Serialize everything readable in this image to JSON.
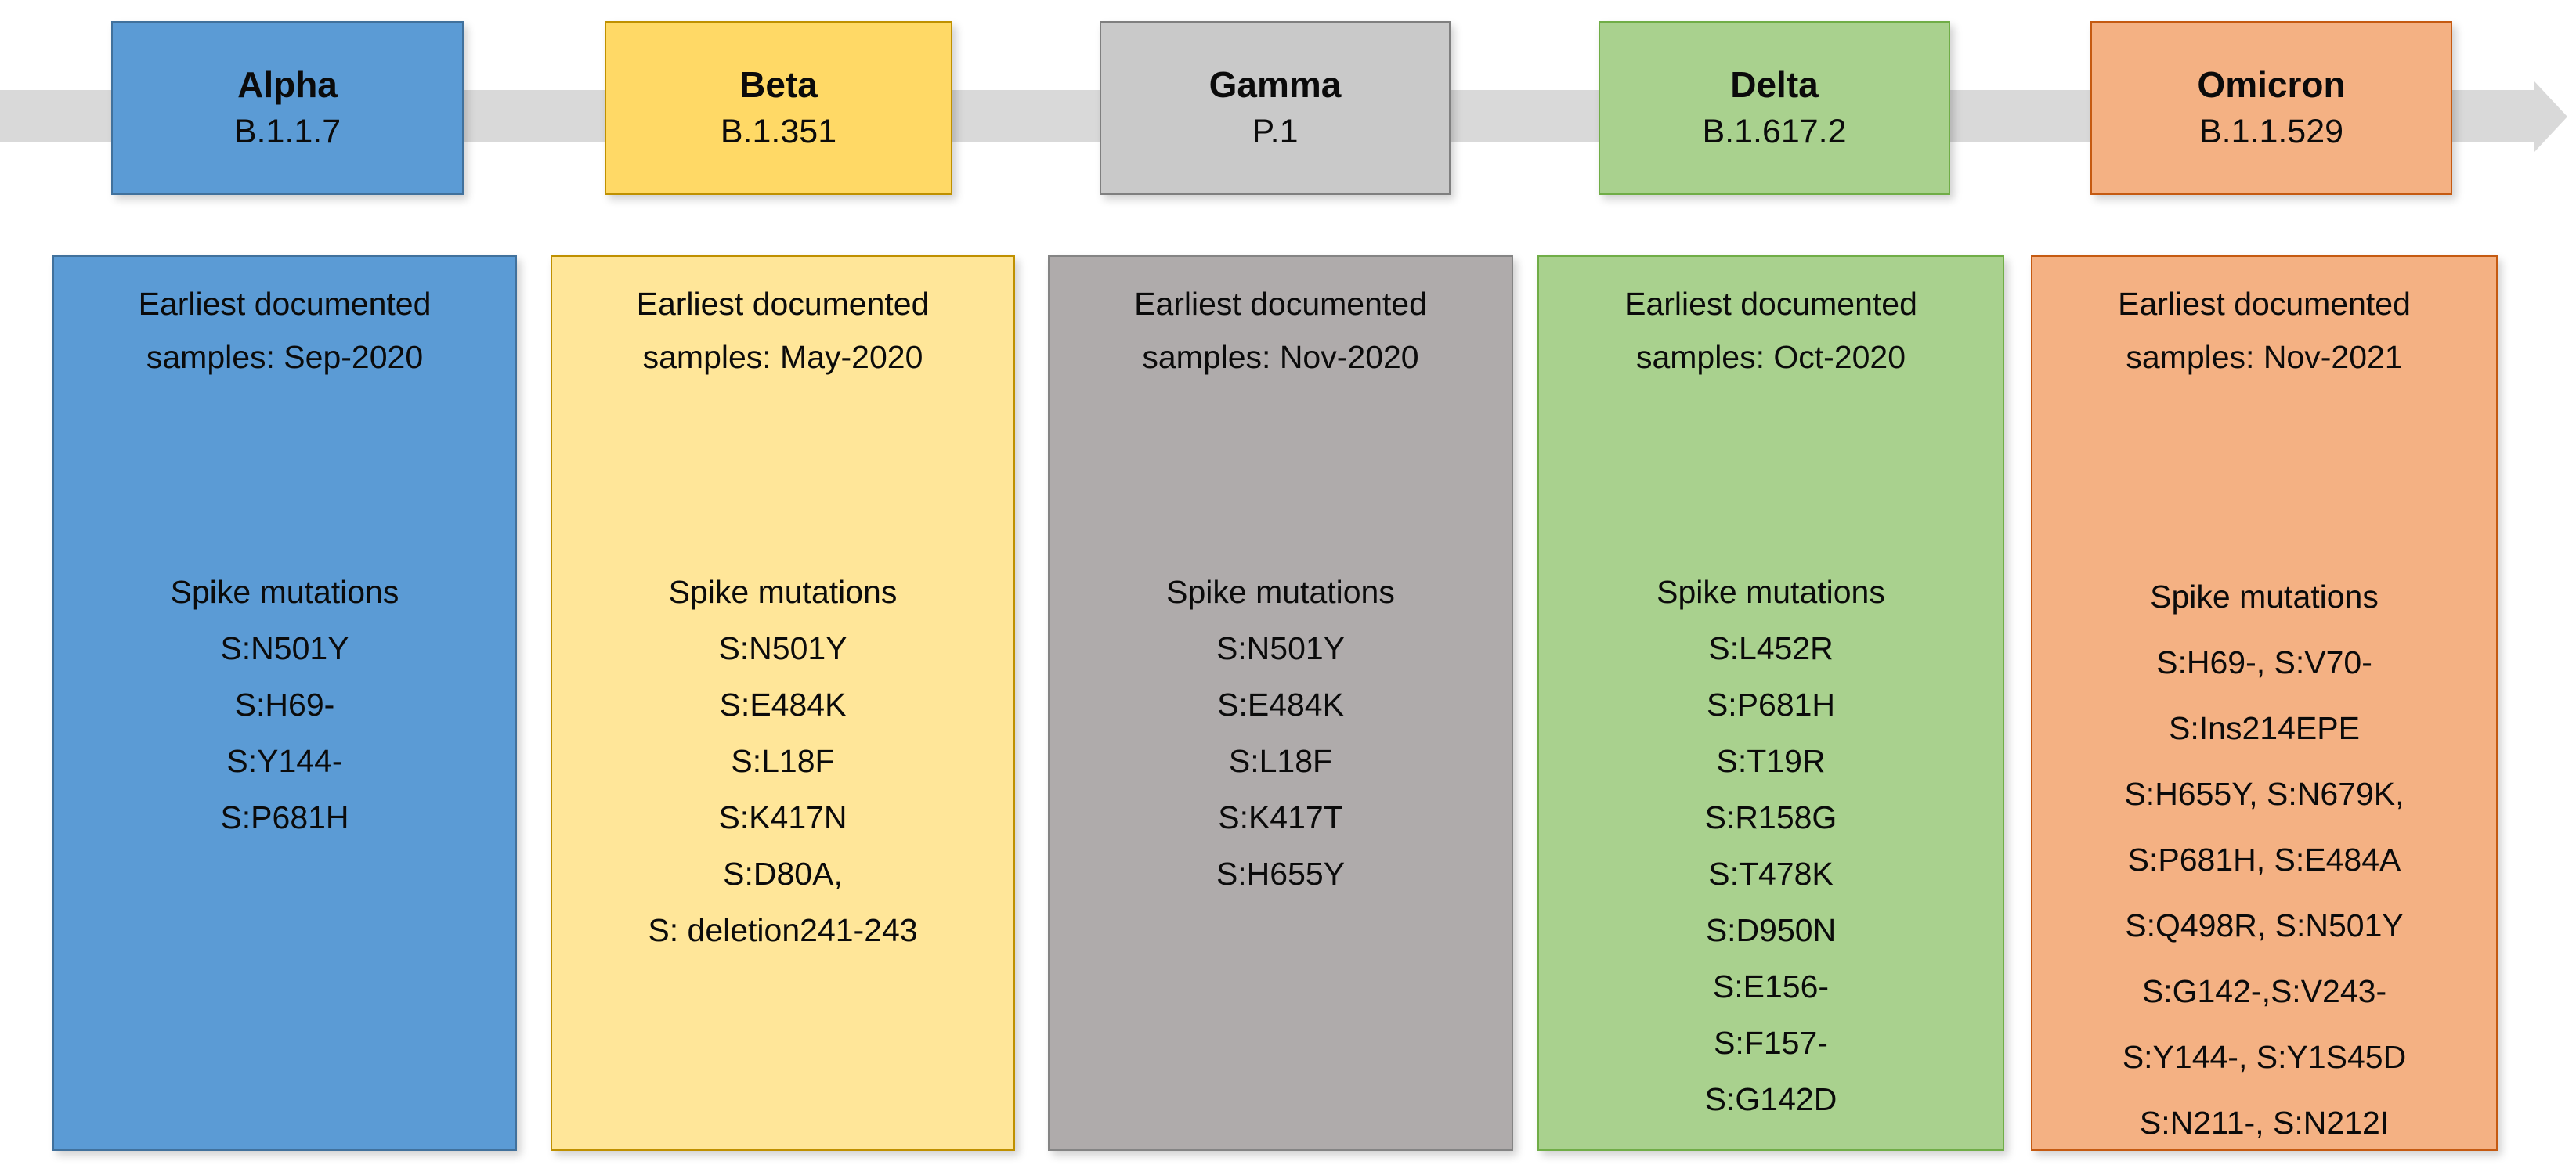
{
  "page": {
    "background": "#FFFFFF"
  },
  "timeline": {
    "arrow_color": "#D9D9D9",
    "direction": "left-to-right"
  },
  "variants": [
    {
      "name": "Alpha",
      "lineage": "B.1.1.7",
      "earliest": "Earliest documented\nsamples: Sep-2020",
      "mutations_title": "Spike mutations",
      "mutations": [
        "S:N501Y",
        "S:H69-",
        "S:Y144-",
        "S:P681H"
      ],
      "header_fill": "#5B9BD5",
      "header_border": "#41719C",
      "box_fill": "#5B9BD5",
      "box_border": "#41719C"
    },
    {
      "name": "Beta",
      "lineage": "B.1.351",
      "earliest": "Earliest documented\nsamples: May-2020",
      "mutations_title": "Spike mutations",
      "mutations": [
        "S:N501Y",
        "S:E484K",
        "S:L18F",
        "S:K417N",
        "S:D80A,",
        "S: deletion241-243"
      ],
      "header_fill": "#FFD966",
      "header_border": "#BF9000",
      "box_fill": "#FFE699",
      "box_border": "#BF9000"
    },
    {
      "name": "Gamma",
      "lineage": "P.1",
      "earliest": "Earliest documented\nsamples: Nov-2020",
      "mutations_title": "Spike mutations",
      "mutations": [
        "S:N501Y",
        "S:E484K",
        "S:L18F",
        "S:K417T",
        "S:H655Y"
      ],
      "header_fill": "#C9C9C9",
      "header_border": "#7F7F7F",
      "box_fill": "#AFABAB",
      "box_border": "#848484"
    },
    {
      "name": "Delta",
      "lineage": "B.1.617.2",
      "earliest": "Earliest documented\nsamples: Oct-2020",
      "mutations_title": "Spike mutations",
      "mutations": [
        "S:L452R",
        "S:P681H",
        "S:T19R",
        "S:R158G",
        "S:T478K",
        "S:D950N",
        "S:E156-",
        "S:F157-",
        "S:G142D"
      ],
      "header_fill": "#A9D18E",
      "header_border": "#70AD47",
      "box_fill": "#A9D18E",
      "box_border": "#70AD47"
    },
    {
      "name": "Omicron",
      "lineage": "B.1.1.529",
      "earliest": "Earliest documented\nsamples: Nov-2021",
      "mutations_title": "Spike mutations",
      "mutations": [
        "S:H69-, S:V70-",
        "S:Ins214EPE",
        "S:H655Y, S:N679K,",
        "S:P681H, S:E484A",
        "S:Q498R, S:N501Y",
        "S:G142-,S:V243-",
        "S:Y144-, S:Y1S45D",
        "S:N211-, S:N212I"
      ],
      "header_fill": "#F4B183",
      "header_border": "#C55A11",
      "box_fill": "#F4B183",
      "box_border": "#C55A11"
    }
  ]
}
